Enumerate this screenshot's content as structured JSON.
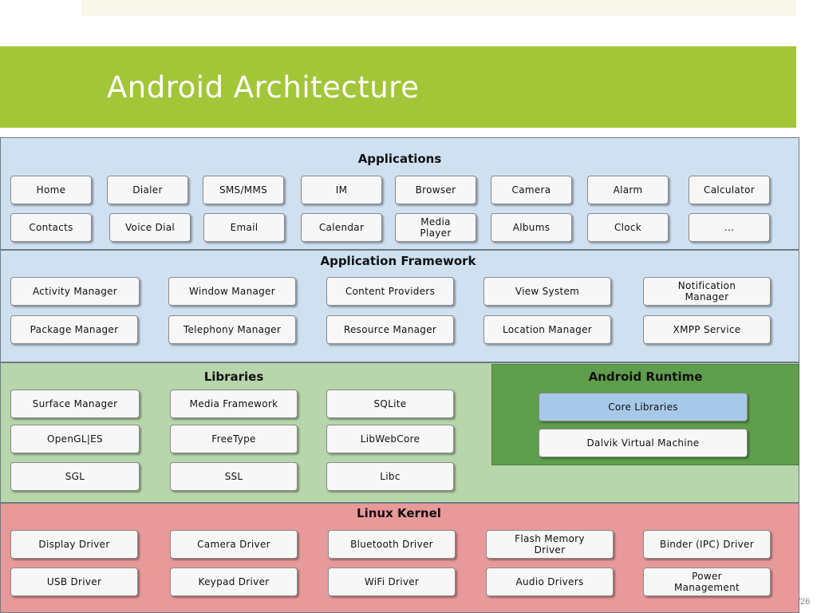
{
  "title": "Android Architecture",
  "page_number": "/26",
  "layers": {
    "applications": {
      "title": "Applications",
      "items": [
        "Home",
        "Dialer",
        "SMS/MMS",
        "IM",
        "Browser",
        "Camera",
        "Alarm",
        "Calculator",
        "Contacts",
        "Voice Dial",
        "Email",
        "Calendar",
        "Media Player",
        "Albums",
        "Clock",
        "..."
      ]
    },
    "framework": {
      "title": "Application Framework",
      "items": [
        "Activity Manager",
        "Window Manager",
        "Content Providers",
        "View System",
        "Notification Manager",
        "Package Manager",
        "Telephony Manager",
        "Resource Manager",
        "Location Manager",
        "XMPP Service"
      ]
    },
    "libraries": {
      "title": "Libraries",
      "items": [
        "Surface Manager",
        "Media Framework",
        "SQLite",
        "OpenGL|ES",
        "FreeType",
        "LibWebCore",
        "SGL",
        "SSL",
        "Libc"
      ]
    },
    "runtime": {
      "title": "Android Runtime",
      "items": [
        "Core Libraries",
        "Dalvik Virtual Machine"
      ]
    },
    "kernel": {
      "title": "Linux Kernel",
      "items": [
        "Display Driver",
        "Camera Driver",
        "Bluetooth Driver",
        "Flash Memory Driver",
        "Binder (IPC) Driver",
        "USB Driver",
        "Keypad Driver",
        "WiFi Driver",
        "Audio Drivers",
        "Power Management"
      ]
    }
  }
}
